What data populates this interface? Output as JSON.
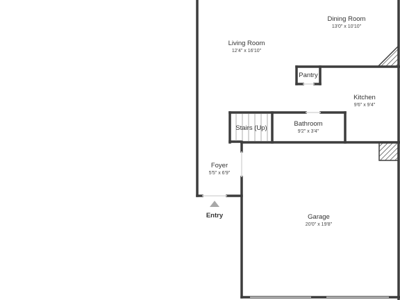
{
  "rooms": {
    "dining_room": {
      "name": "Dining Room",
      "dims": "13'0\" x 10'10\""
    },
    "living_room": {
      "name": "Living Room",
      "dims": "12'4\" x 16'10\""
    },
    "pantry": {
      "name": "Pantry"
    },
    "kitchen": {
      "name": "Kitchen",
      "dims": "9'6\" x 9'4\""
    },
    "stairs": {
      "name": "Stairs (Up)"
    },
    "bathroom": {
      "name": "Bathroom",
      "dims": "9'2\" x 3'4\""
    },
    "foyer": {
      "name": "Foyer",
      "dims": "5'5\" x 6'9\""
    },
    "garage": {
      "name": "Garage",
      "dims": "20'0\" x 19'8\""
    }
  },
  "entry": {
    "label": "Entry"
  },
  "colors": {
    "wall": "#3d3d3d",
    "background": "#ffffff",
    "door": "#d8d8d8",
    "entry_marker": "#a8a8a8"
  }
}
